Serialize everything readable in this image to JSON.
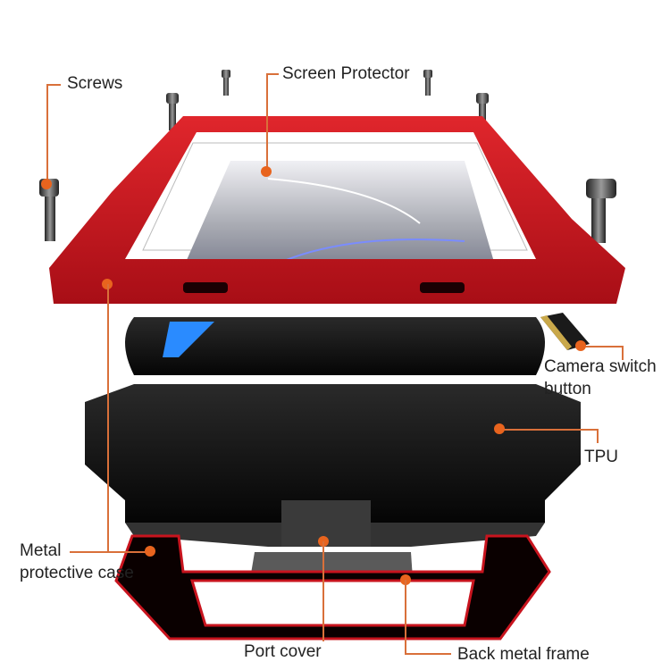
{
  "diagram": {
    "subject": "Exploded view of rugged metal phone case",
    "accent_color": "#e8641e",
    "leader_color": "#d9703a",
    "frame_color": "#c8141e",
    "tpu_color": "#111111",
    "labels": {
      "screws": "Screws",
      "screen_protector": "Screen Protector",
      "camera_switch_line1": "Camera switch",
      "camera_switch_line2": "button",
      "tpu": "TPU",
      "metal_case_line1": "Metal",
      "metal_case_line2": "protective case",
      "port_cover": "Port cover",
      "back_metal_frame": "Back metal frame"
    }
  }
}
